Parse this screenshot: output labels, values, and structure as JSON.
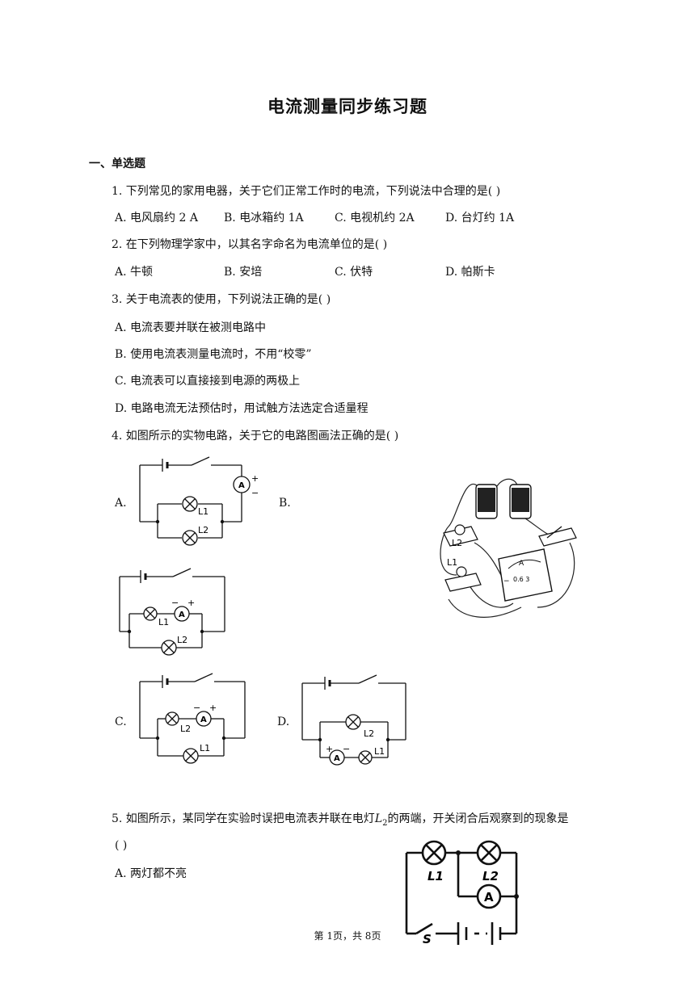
{
  "title": "电流测量同步练习题",
  "section": "一、单选题",
  "q1": {
    "stem": "1.   下列常见的家用电器，关于它们正常工作时的电流，下列说法中合理的是(    )",
    "options": [
      "A.  电风扇约 2 A",
      "B.  电冰箱约 1A",
      "C.  电视机约 2A",
      "D.  台灯约 1A"
    ]
  },
  "q2": {
    "stem": "2.   在下列物理学家中，以其名字命名为电流单位的是(    )",
    "options": [
      "A.  牛顿",
      "B.  安培",
      "C.  伏特",
      "D.  帕斯卡"
    ]
  },
  "q3": {
    "stem": "3.   关于电流表的使用，下列说法正确的是(    )",
    "options": [
      "A.  电流表要并联在被测电路中",
      "B.  使用电流表测量电流时，不用“校零”",
      "C.  电流表可以直接接到电源的两极上",
      "D.  电路电流无法预估时，用试触方法选定合适量程"
    ]
  },
  "q4": {
    "stem": "4.   如图所示的实物电路，关于它的电路图画法正确的是(      )",
    "labels": [
      "A.",
      "B.",
      "C.",
      "D."
    ],
    "circuit_text": {
      "ammeter": "A",
      "plus": "+",
      "minus": "−",
      "l1": "L1",
      "l2": "L2",
      "scale": "0.6 3"
    }
  },
  "q5": {
    "stem_part1": "5.   如图所示，某同学在实验时误把电流表并联在电灯",
    "stem_var": "L",
    "stem_sub": "2",
    "stem_part2": "的两端，开关闭合后观察到的现象是",
    "paren": "(    )",
    "options": [
      "A.  两灯都不亮"
    ],
    "circuit_text": {
      "l1": "L1",
      "l2": "L2",
      "ammeter": "A",
      "switch": "S"
    }
  },
  "footer": "第 1页，共 8页"
}
